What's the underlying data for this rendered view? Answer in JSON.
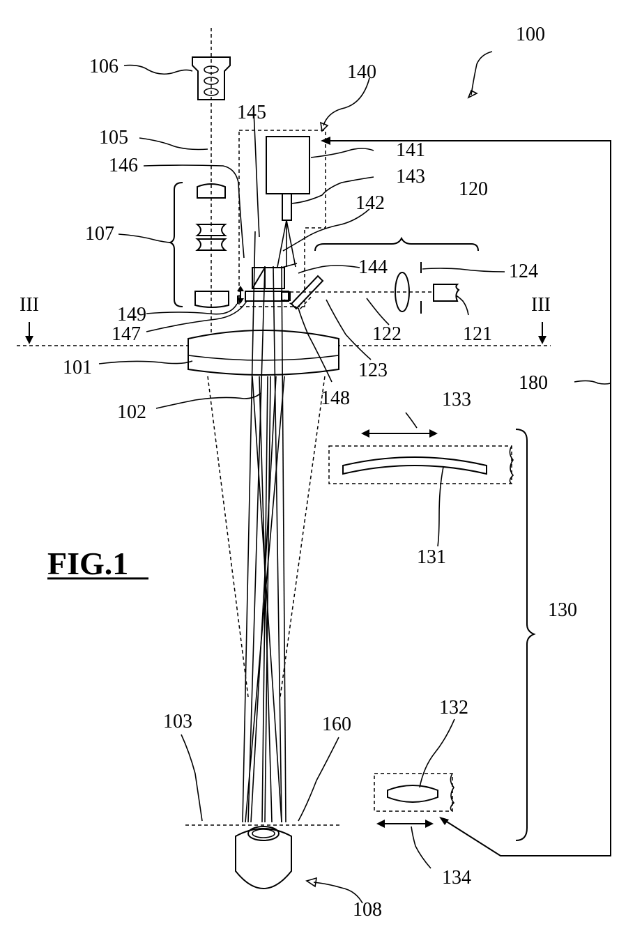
{
  "figure": {
    "title": "FIG.1",
    "labels": {
      "l100": "100",
      "l101": "101",
      "l102": "102",
      "l103": "103",
      "l105": "105",
      "l106": "106",
      "l107": "107",
      "l108": "108",
      "l120": "120",
      "l121": "121",
      "l122": "122",
      "l123": "123",
      "l124": "124",
      "l130": "130",
      "l131": "131",
      "l132": "132",
      "l133": "133",
      "l134": "134",
      "l140": "140",
      "l141": "141",
      "l142": "142",
      "l143": "143",
      "l144": "144",
      "l145": "145",
      "l146": "146",
      "l147": "147",
      "l148": "148",
      "l149": "149",
      "l160": "160",
      "l180": "180",
      "section_left": "III",
      "section_right": "III"
    }
  }
}
